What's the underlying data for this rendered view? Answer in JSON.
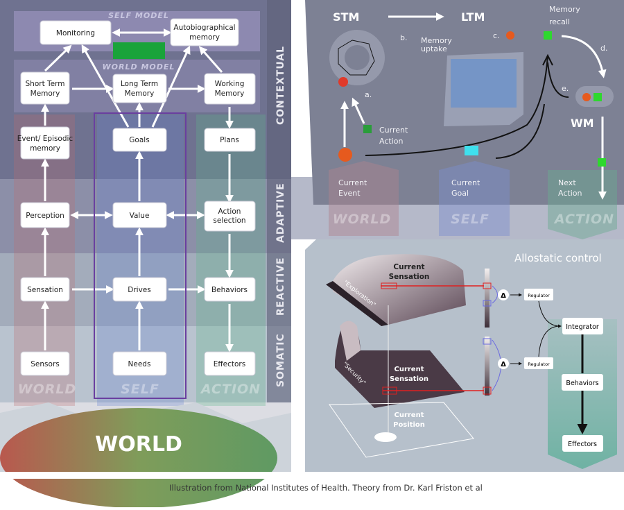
{
  "left_diagram": {
    "bands": {
      "contextual": "CONTEXTUAL",
      "adaptive": "ADAPTIVE",
      "reactive": "REACTIVE",
      "somatic": "SOMATIC"
    },
    "self_model": "SELF MODEL",
    "world_model": "WORLD MODEL",
    "columns": {
      "world": "WORLD",
      "self": "SELF",
      "action": "ACTION"
    },
    "boxes": {
      "monitoring": "Monitoring",
      "autobio_1": "Autobiographical",
      "autobio_2": "memory",
      "stm_1": "Short Term",
      "stm_2": "Memory",
      "ltm_1": "Long Term",
      "ltm_2": "Memory",
      "wm_1": "Working",
      "wm_2": "Memory",
      "episodic_1": "Event/ Episodic",
      "episodic_2": "memory",
      "goals": "Goals",
      "plans": "Plans",
      "perception": "Perception",
      "value": "Value",
      "action_sel_1": "Action",
      "action_sel_2": "selection",
      "sensation": "Sensation",
      "drives": "Drives",
      "behaviors": "Behaviors",
      "sensors": "Sensors",
      "needs": "Needs",
      "effectors": "Effectors"
    },
    "ground": "WORLD",
    "highlight_color": "#6a3fa0"
  },
  "memory_panel": {
    "stm": "STM",
    "ltm": "LTM",
    "memory_recall_1": "Memory",
    "memory_recall_2": "recall",
    "memory_uptake_1": "Memory",
    "memory_uptake_2": "uptake",
    "a": "a.",
    "b": "b.",
    "c": "c.",
    "d": "d.",
    "e": "e.",
    "wm": "WM",
    "current_action_1": "Current",
    "current_action_2": "Action",
    "current_event_1": "Current",
    "current_event_2": "Event",
    "current_goal_1": "Current",
    "current_goal_2": "Goal",
    "next_action_1": "Next",
    "next_action_2": "Action",
    "columns": {
      "world": "WORLD",
      "self": "SELF",
      "action": "ACTION"
    }
  },
  "allostatic_panel": {
    "title": "Allostatic control",
    "exploration": "\"Exploration\"",
    "security": "\"Security\"",
    "current_sensation_1": "Current",
    "current_sensation_2": "Sensation",
    "current_position_1": "Current",
    "current_position_2": "Position",
    "delta": "Δ",
    "regulator": "Regulator",
    "integrator": "Integrator",
    "behaviors": "Behaviors",
    "effectors": "Effectors"
  },
  "caption": "Illustration from National Institutes of Health. Theory from Dr. Karl Friston et al"
}
